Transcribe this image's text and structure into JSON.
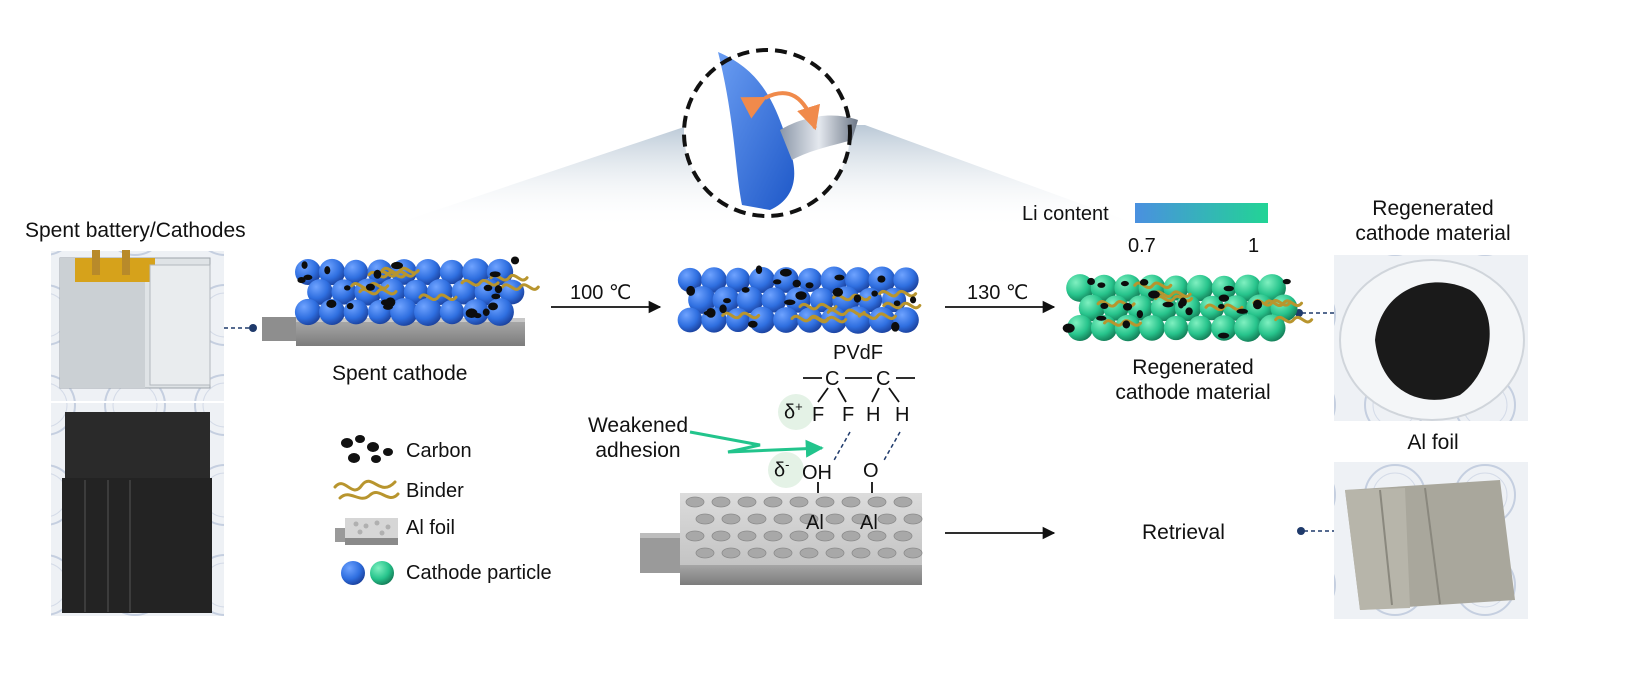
{
  "labels": {
    "spent_battery": "Spent battery/Cathodes",
    "spent_cathode": "Spent cathode",
    "temp_1": "100 ℃",
    "temp_2": "130 ℃",
    "li_content": "Li content",
    "li_min": "0.7",
    "li_max": "1",
    "regenerated_title": "Regenerated cathode material",
    "regenerated_center": "Regenerated cathode material",
    "al_foil_title": "Al foil",
    "retrieval": "Retrieval",
    "weakened_adhesion": "Weakened adhesion"
  },
  "chemistry": {
    "polymer": "PVdF",
    "c1": "C",
    "c2": "C",
    "f1": "F",
    "f2": "F",
    "h1": "H",
    "h2": "H",
    "delta": "δ",
    "delta_plus": "+",
    "delta_minus": "-",
    "oh": "OH",
    "o": "O",
    "al1": "Al",
    "al2": "Al"
  },
  "legend": [
    {
      "label": "Carbon",
      "icon": "carbon-icon"
    },
    {
      "label": "Binder",
      "icon": "binder-icon"
    },
    {
      "label": "Al foil",
      "icon": "al-foil-icon"
    },
    {
      "label": "Cathode particle",
      "icon": "cathode-particle-icon"
    }
  ],
  "colors": {
    "spent_particle": "#2f6fe0",
    "regenerated_particle": "#27c48c",
    "li_gradient_start": "#4a90e0",
    "li_gradient_end": "#22d495",
    "binder": "#b8952e",
    "arrow_green": "#22c48c",
    "foil_grey": "#9a9a9a"
  }
}
